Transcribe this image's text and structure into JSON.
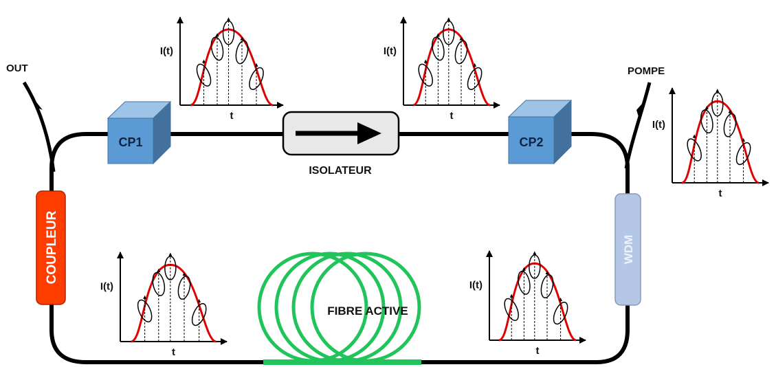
{
  "labels": {
    "out": "OUT",
    "pompe": "POMPE",
    "isolateur": "ISOLATEUR",
    "coupleur": "COUPLEUR",
    "wdm": "WDM",
    "fibre_active": "FIBRE ACTIVE",
    "cp1": "CP1",
    "cp2": "CP2"
  },
  "plots": {
    "axis_x": "t",
    "axis_y": "I(t)"
  },
  "colors": {
    "fiber": "#000000",
    "box_blue_front": "#5b9bd5",
    "box_blue_top": "#9dc3e6",
    "box_blue_side": "#41719c",
    "coupleur": "#ff3d00",
    "wdm": "#b4c7e7",
    "isolator_fill": "#e8e8e8",
    "fibre_green": "#21c45a",
    "pulse": "#e00000"
  }
}
